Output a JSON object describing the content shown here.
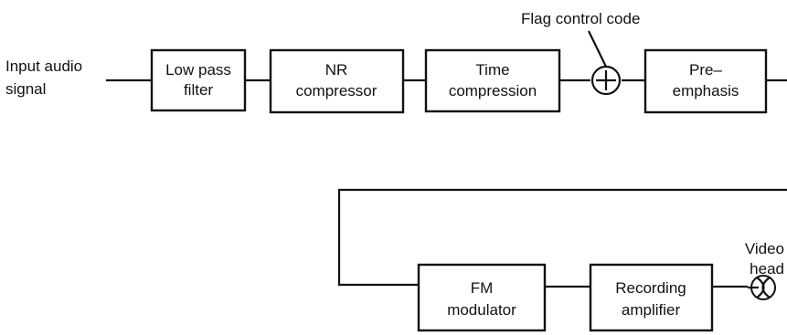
{
  "input_label": [
    "Input audio",
    "signal"
  ],
  "flag_label": "Flag control code",
  "video_head_label": [
    "Video",
    "head"
  ],
  "blocks": {
    "lpf": [
      "Low pass",
      "filter"
    ],
    "nr": [
      "NR",
      "compressor"
    ],
    "time": [
      "Time",
      "compression"
    ],
    "pre": [
      "Pre–",
      "emphasis"
    ],
    "fm": [
      "FM",
      "modulator"
    ],
    "rec": [
      "Recording",
      "amplifier"
    ]
  }
}
